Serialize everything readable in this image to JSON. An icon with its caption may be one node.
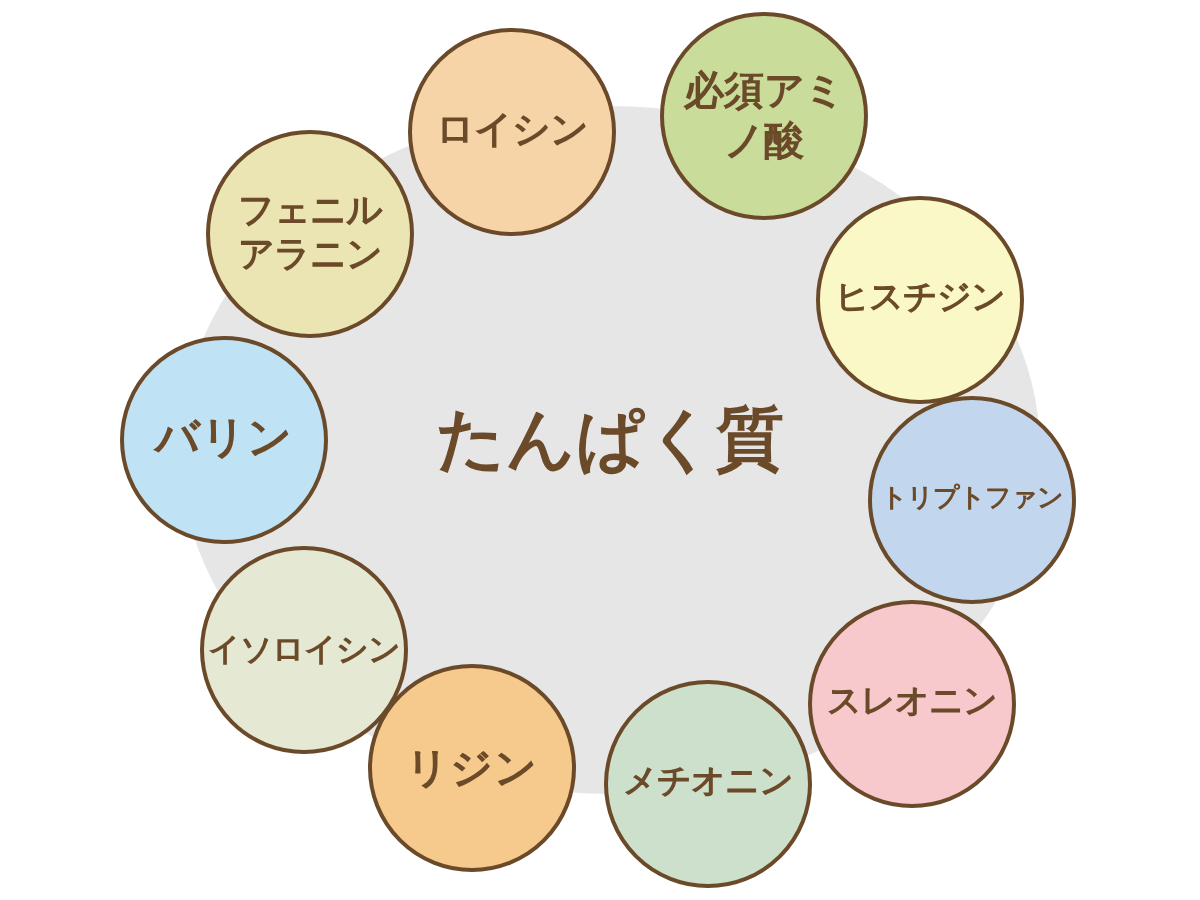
{
  "diagram": {
    "nodes": [
      {
        "text": [
          "たんぱく質"
        ]
      },
      {
        "text": [
          "ロイシン"
        ]
      },
      {
        "text": [
          "必須アミノ酸"
        ]
      },
      {
        "text": [
          "フェニルアラニン"
        ]
      },
      {
        "text": [
          "ヒスチジン"
        ]
      },
      {
        "text": [
          "バリン"
        ]
      },
      {
        "text": [
          "トリプトファン"
        ]
      },
      {
        "text": [
          "イソロイシン"
        ]
      },
      {
        "text": [
          "スレオニン"
        ]
      },
      {
        "text": [
          "リジン"
        ]
      },
      {
        "text": [
          "メチオニン"
        ]
      }
    ]
  }
}
